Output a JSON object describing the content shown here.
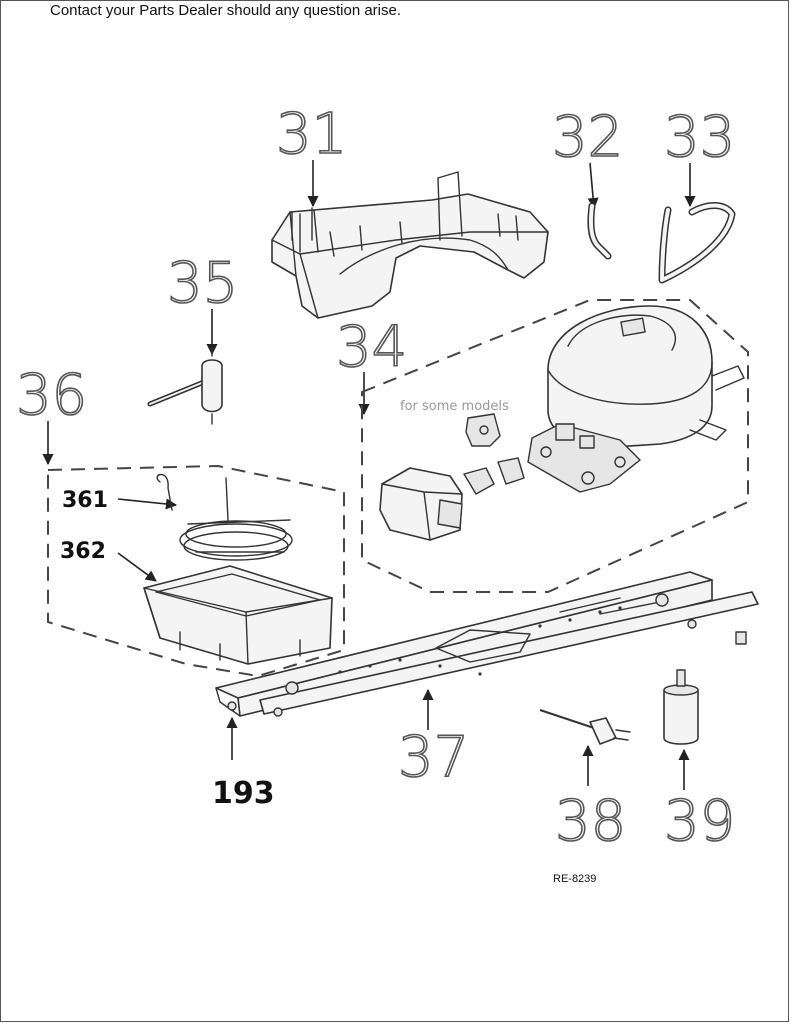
{
  "header_text": "Contact your Parts Dealer should any question arise.",
  "ref_code": "RE-8239",
  "callouts": {
    "c31": "31",
    "c32": "32",
    "c33": "33",
    "c34": "34",
    "c35": "35",
    "c36": "36",
    "c361": "361",
    "c362": "362",
    "c37": "37",
    "c38": "38",
    "c39": "39",
    "c193": "193"
  },
  "note_some_models": "for some models"
}
